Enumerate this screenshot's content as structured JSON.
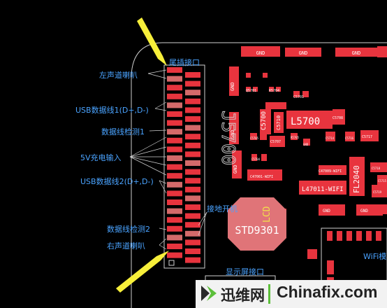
{
  "diagram": {
    "title": "尾插接口",
    "connector_ref": "J5700",
    "labels": [
      {
        "id": "left_speaker",
        "text": "左声道喇叭"
      },
      {
        "id": "usb_data1",
        "text": "USB数据线1(D+,D-)"
      },
      {
        "id": "data_detect1",
        "text": "数据线检测1"
      },
      {
        "id": "charge_in",
        "text": "5V充电输入"
      },
      {
        "id": "usb_data2",
        "text": "USB数据线2(D+,D-)"
      },
      {
        "id": "ground_power",
        "text": "接地开机"
      },
      {
        "id": "data_detect2",
        "text": "数据线检测2"
      },
      {
        "id": "right_speaker",
        "text": "右声道喇叭"
      },
      {
        "id": "display_port",
        "text": "显示屏接口"
      },
      {
        "id": "wifi",
        "text": "WiFi模"
      }
    ],
    "chip_ref": "STD9301",
    "chip_label": "LCD",
    "components": {
      "l5700": "L5700",
      "c5700": "C5700",
      "r5704": "R5704",
      "c5701": "C5701",
      "q5701": "Q5701",
      "c5710": "C5710",
      "c5708": "C5708",
      "c5705": "C5705",
      "c5707": "C5707",
      "r5705": "R5705",
      "c5704": "C5704",
      "gnd": "GND",
      "c47009": "C47009-WIFI",
      "c47001": "C47001-WIFI",
      "l47011": "L47011-WIFI",
      "fl2040": "FL2040",
      "c5714": "C5714",
      "c5716": "C5716",
      "c5717": "C5717",
      "c5718": "C5718",
      "c5715": "C5715",
      "c5719": "C5719"
    }
  },
  "colors": {
    "pad": "#e8343e",
    "pad_alt": "#d46a6a",
    "outline": "#cfcfcf",
    "label": "#4aa3ff",
    "arrow": "#f7ef3a",
    "chip": "#e07478"
  },
  "watermark": {
    "brand_cn": "迅维网",
    "brand_en": "Chinafix.com",
    "logo_icon": "arrow-logo-icon"
  }
}
